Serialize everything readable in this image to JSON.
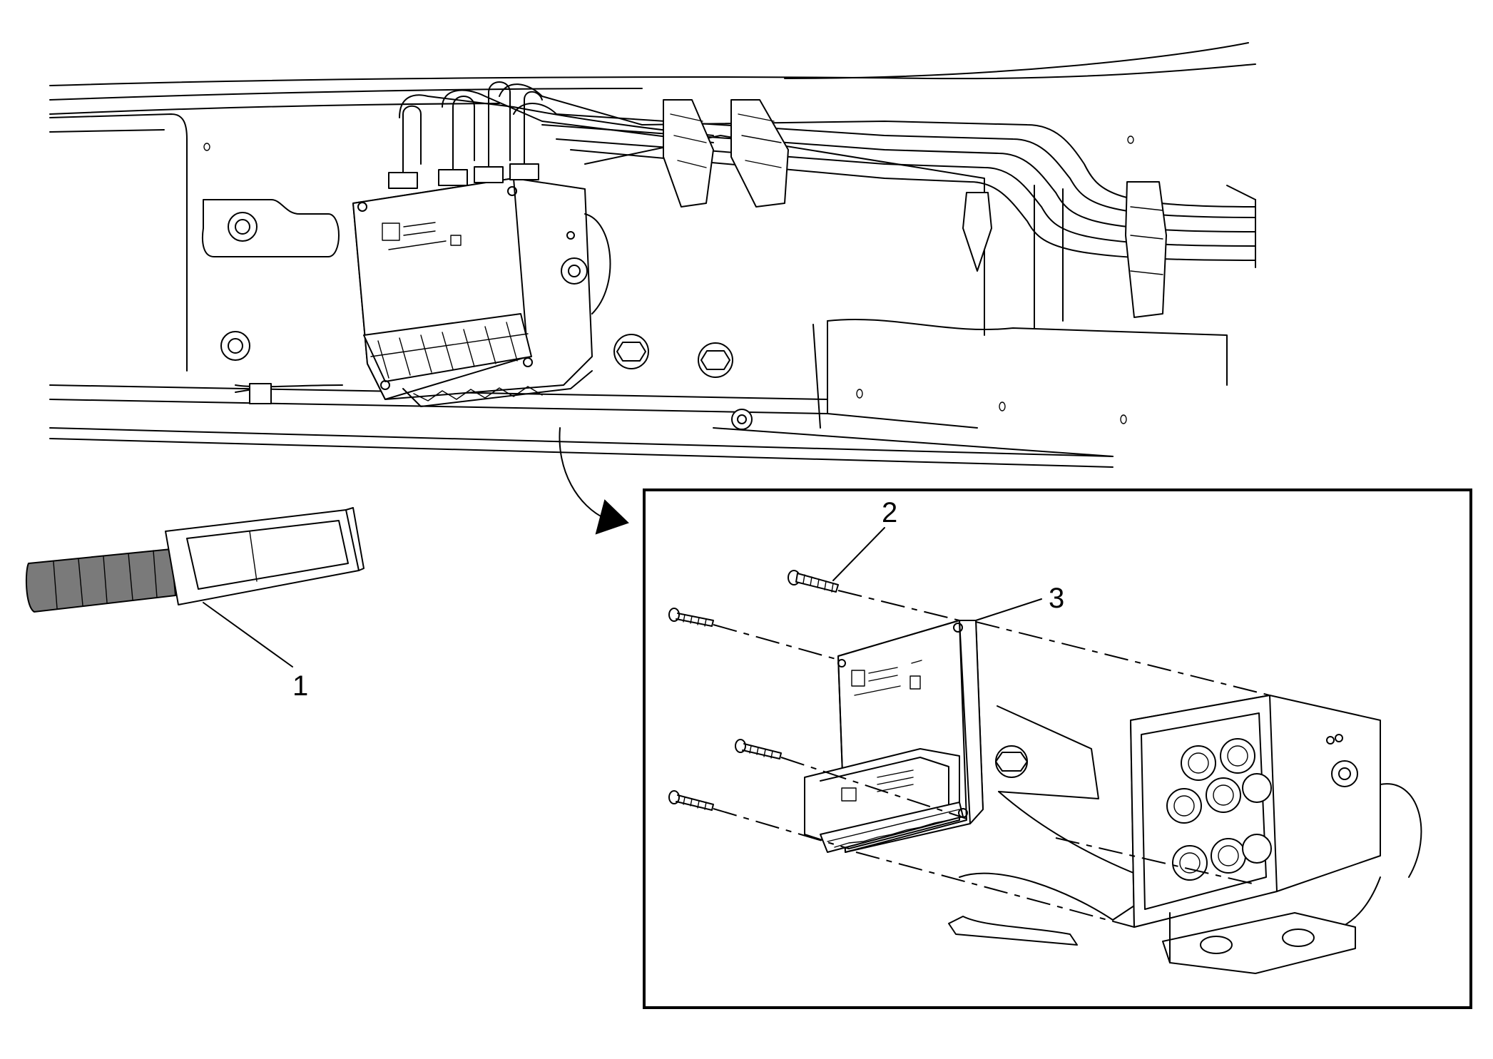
{
  "figure": {
    "callouts": [
      {
        "id": "1",
        "label": "1"
      },
      {
        "id": "2",
        "label": "2"
      },
      {
        "id": "3",
        "label": "3"
      }
    ],
    "colors": {
      "line": "#000000",
      "background": "#ffffff",
      "shade": "#7a7a7a"
    },
    "icons": {
      "tool": "mounting-tool",
      "arrow": "detail-arrow",
      "module": "ebcm-module"
    }
  }
}
